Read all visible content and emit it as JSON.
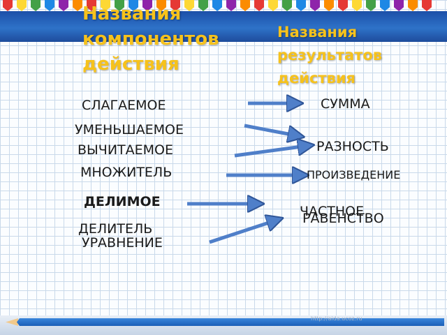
{
  "header": {
    "left_title": "Названия\nкомпонентов\nдействия",
    "right_title": "Названия\nрезультатов\nдействия"
  },
  "components": {
    "addend": "СЛАГАЕМОЕ",
    "minuend": "УМЕНЬШАЕМОЕ",
    "subtrahend": "ВЫЧИТАЕМОЕ",
    "multiplier": "МНОЖИТЕЛЬ",
    "dividend": "ДЕЛИМОЕ",
    "divisor": "ДЕЛИТЕЛЬ",
    "equation": "УРАВНЕНИЕ"
  },
  "results": {
    "sum": "СУММА",
    "difference": "РАЗНОСТЬ",
    "product": "ПРОИЗВЕДЕНИЕ",
    "quotient": "ЧАСТНОЕ",
    "equality": "РАВЕНСТВО"
  },
  "footer": {
    "url": "http://aida.ucoz.ru"
  },
  "colors": {
    "heading": "#f6c21c",
    "header_band": "#2e72c8",
    "arrow_fill": "#4f7fc9",
    "arrow_stroke": "#2f5597",
    "grid": "#c9d9ea"
  }
}
